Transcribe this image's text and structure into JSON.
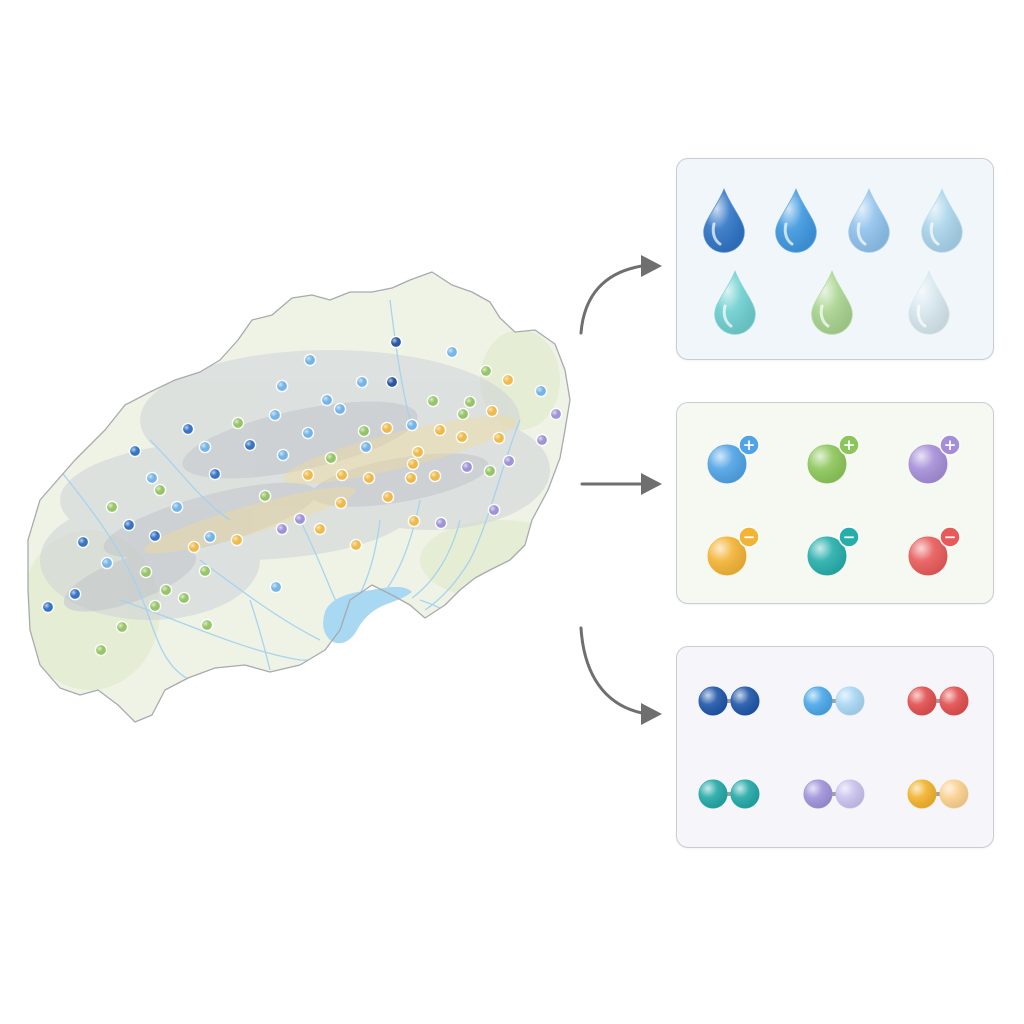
{
  "colors": {
    "lake": "#a9d8f2",
    "river": "#9fd0ee",
    "terrain_gray": "#c9ccd2",
    "terrain_green": "#e6efd8",
    "border": "#a8aaae",
    "ridge_yellow": "#f0d99a",
    "arrow": "#6f6f6f",
    "panel_border": "#c9ccd3"
  },
  "map_points": {
    "palette": {
      "b": "#2f6fc4",
      "lb": "#6fb2e8",
      "g": "#93c463",
      "y": "#f0b842",
      "p": "#9b8fd6",
      "db": "#1f4fa0"
    },
    "points": [
      [
        396,
        342,
        "db"
      ],
      [
        452,
        352,
        "lb"
      ],
      [
        310,
        360,
        "lb"
      ],
      [
        282,
        386,
        "lb"
      ],
      [
        362,
        382,
        "lb"
      ],
      [
        392,
        382,
        "db"
      ],
      [
        486,
        371,
        "g"
      ],
      [
        508,
        380,
        "y"
      ],
      [
        541,
        391,
        "lb"
      ],
      [
        327,
        400,
        "lb"
      ],
      [
        433,
        401,
        "g"
      ],
      [
        470,
        402,
        "g"
      ],
      [
        340,
        409,
        "lb"
      ],
      [
        492,
        411,
        "y"
      ],
      [
        556,
        414,
        "p"
      ],
      [
        275,
        415,
        "lb"
      ],
      [
        463,
        414,
        "g"
      ],
      [
        238,
        423,
        "g"
      ],
      [
        188,
        429,
        "b"
      ],
      [
        364,
        431,
        "g"
      ],
      [
        412,
        425,
        "lb"
      ],
      [
        387,
        428,
        "y"
      ],
      [
        440,
        430,
        "y"
      ],
      [
        308,
        433,
        "lb"
      ],
      [
        462,
        437,
        "y"
      ],
      [
        499,
        438,
        "y"
      ],
      [
        542,
        440,
        "p"
      ],
      [
        250,
        445,
        "b"
      ],
      [
        135,
        451,
        "b"
      ],
      [
        205,
        447,
        "lb"
      ],
      [
        283,
        455,
        "lb"
      ],
      [
        331,
        458,
        "g"
      ],
      [
        366,
        447,
        "lb"
      ],
      [
        418,
        452,
        "y"
      ],
      [
        509,
        461,
        "p"
      ],
      [
        467,
        467,
        "p"
      ],
      [
        490,
        471,
        "g"
      ],
      [
        215,
        474,
        "b"
      ],
      [
        152,
        478,
        "lb"
      ],
      [
        308,
        475,
        "y"
      ],
      [
        342,
        475,
        "y"
      ],
      [
        369,
        478,
        "y"
      ],
      [
        413,
        464,
        "y"
      ],
      [
        435,
        476,
        "y"
      ],
      [
        411,
        478,
        "y"
      ],
      [
        160,
        490,
        "g"
      ],
      [
        265,
        496,
        "g"
      ],
      [
        388,
        497,
        "y"
      ],
      [
        341,
        503,
        "y"
      ],
      [
        177,
        507,
        "lb"
      ],
      [
        112,
        507,
        "g"
      ],
      [
        414,
        521,
        "y"
      ],
      [
        441,
        523,
        "p"
      ],
      [
        494,
        510,
        "p"
      ],
      [
        300,
        519,
        "p"
      ],
      [
        282,
        529,
        "p"
      ],
      [
        320,
        529,
        "y"
      ],
      [
        129,
        525,
        "b"
      ],
      [
        155,
        536,
        "b"
      ],
      [
        237,
        540,
        "y"
      ],
      [
        210,
        537,
        "lb"
      ],
      [
        194,
        547,
        "y"
      ],
      [
        83,
        542,
        "b"
      ],
      [
        356,
        545,
        "y"
      ],
      [
        107,
        563,
        "lb"
      ],
      [
        146,
        572,
        "g"
      ],
      [
        205,
        571,
        "g"
      ],
      [
        166,
        590,
        "g"
      ],
      [
        75,
        594,
        "b"
      ],
      [
        276,
        587,
        "lb"
      ],
      [
        184,
        598,
        "g"
      ],
      [
        48,
        607,
        "b"
      ],
      [
        155,
        606,
        "g"
      ],
      [
        122,
        627,
        "g"
      ],
      [
        207,
        625,
        "g"
      ],
      [
        101,
        650,
        "g"
      ]
    ]
  },
  "panels": {
    "water_drops": [
      {
        "fill": "#2f74c6",
        "top": "#6aa8e6"
      },
      {
        "fill": "#3e98e0",
        "top": "#8cc6f2"
      },
      {
        "fill": "#8fc2ec",
        "top": "#cde5f8"
      },
      {
        "fill": "#a9d4ea",
        "top": "#dcf0fa"
      },
      {
        "fill": "#6fcfd0",
        "top": "#c6eeee"
      },
      {
        "fill": "#a9d490",
        "top": "#dcefcc"
      },
      {
        "fill": "#d7e7ee",
        "top": "#f3fafc"
      }
    ],
    "ions": [
      {
        "color": "#4fa3e6",
        "light": "#b6dcf8",
        "sign": "+"
      },
      {
        "color": "#8cc65a",
        "light": "#d3ecbd",
        "sign": "+"
      },
      {
        "color": "#a58ed8",
        "light": "#dcd2f2",
        "sign": "+"
      },
      {
        "color": "#f3b335",
        "light": "#fde4a8",
        "sign": "−"
      },
      {
        "color": "#26aeab",
        "light": "#a6e3e0",
        "sign": "−"
      },
      {
        "color": "#e85a5a",
        "light": "#f7c0c0",
        "sign": "−"
      }
    ],
    "diatomic": [
      {
        "a": "#1f55a8",
        "b": "#1f55a8"
      },
      {
        "a": "#4aa7e8",
        "b": "#a9d6f4"
      },
      {
        "a": "#e24e4e",
        "b": "#e24e4e"
      },
      {
        "a": "#22a8a6",
        "b": "#22a8a6"
      },
      {
        "a": "#9f92da",
        "b": "#c9c1ee"
      },
      {
        "a": "#f2b22c",
        "b": "#fbd08e"
      }
    ]
  }
}
